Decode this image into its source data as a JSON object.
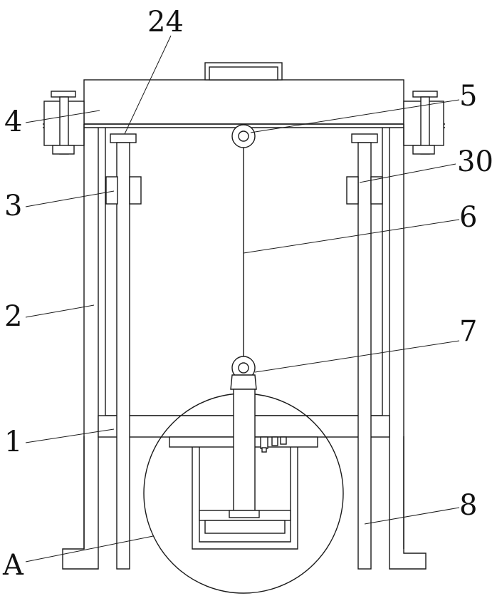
{
  "figure": {
    "labels": {
      "l24": "24",
      "l5": "5",
      "l4": "4",
      "l30": "30",
      "l3": "3",
      "l6": "6",
      "l2": "2",
      "l7": "7",
      "l1": "1",
      "l8": "8",
      "lA": "A"
    }
  },
  "colors": {
    "line": "#1a1a1a",
    "background": "#ffffff"
  }
}
